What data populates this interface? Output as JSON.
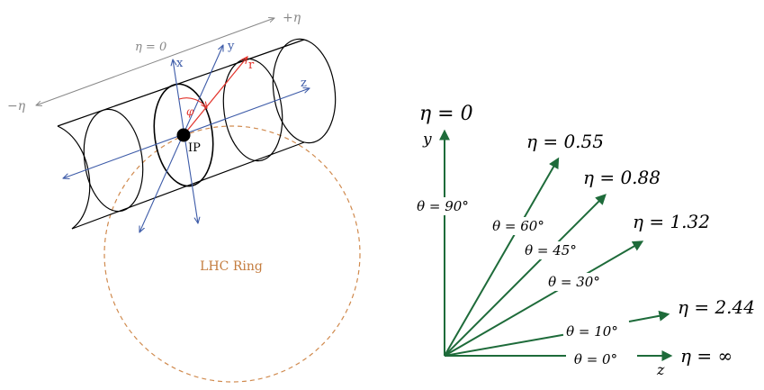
{
  "detector": {
    "plus_eta": "+η",
    "minus_eta": "−η",
    "eta_zero": "η = 0",
    "axis_x": "x",
    "axis_y": "y",
    "axis_z": "z",
    "axis_r": "r",
    "phi": "φ",
    "ip": "IP",
    "ring": "LHC Ring",
    "colors": {
      "cylinder": "#000000",
      "axes": "#3d5ba8",
      "r_vector": "#e2332b",
      "eta_line": "#888888",
      "ring": "#d08a4e"
    }
  },
  "eta_diagram": {
    "color": "#1e6b3a",
    "y_axis": "y",
    "z_axis": "z",
    "rays": [
      {
        "theta_deg": 90,
        "theta_label": "θ = 90°",
        "eta_label": "η = 0"
      },
      {
        "theta_deg": 60,
        "theta_label": "θ = 60°",
        "eta_label": "η = 0.55"
      },
      {
        "theta_deg": 45,
        "theta_label": "θ = 45°",
        "eta_label": "η = 0.88"
      },
      {
        "theta_deg": 30,
        "theta_label": "θ = 30°",
        "eta_label": "η = 1.32"
      },
      {
        "theta_deg": 10,
        "theta_label": "θ = 10°",
        "eta_label": "η = 2.44"
      },
      {
        "theta_deg": 0,
        "theta_label": "θ = 0°",
        "eta_label": "η = ∞"
      }
    ]
  }
}
